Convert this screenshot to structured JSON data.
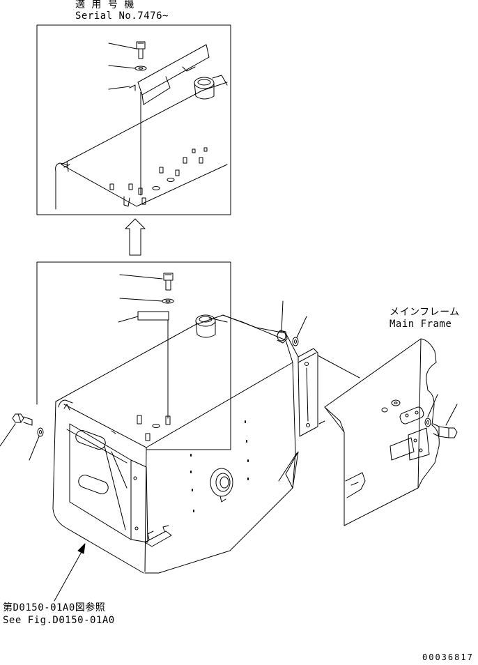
{
  "header": {
    "applicable_jp": "適 用 号 機",
    "serial": "Serial No.7476~"
  },
  "main_frame": {
    "jp": "メインフレーム",
    "en": "Main Frame"
  },
  "reference": {
    "jp": "第D0150-01A0図参照",
    "en": "See Fig.D0150-01A0"
  },
  "drawing_number": "00036817"
}
